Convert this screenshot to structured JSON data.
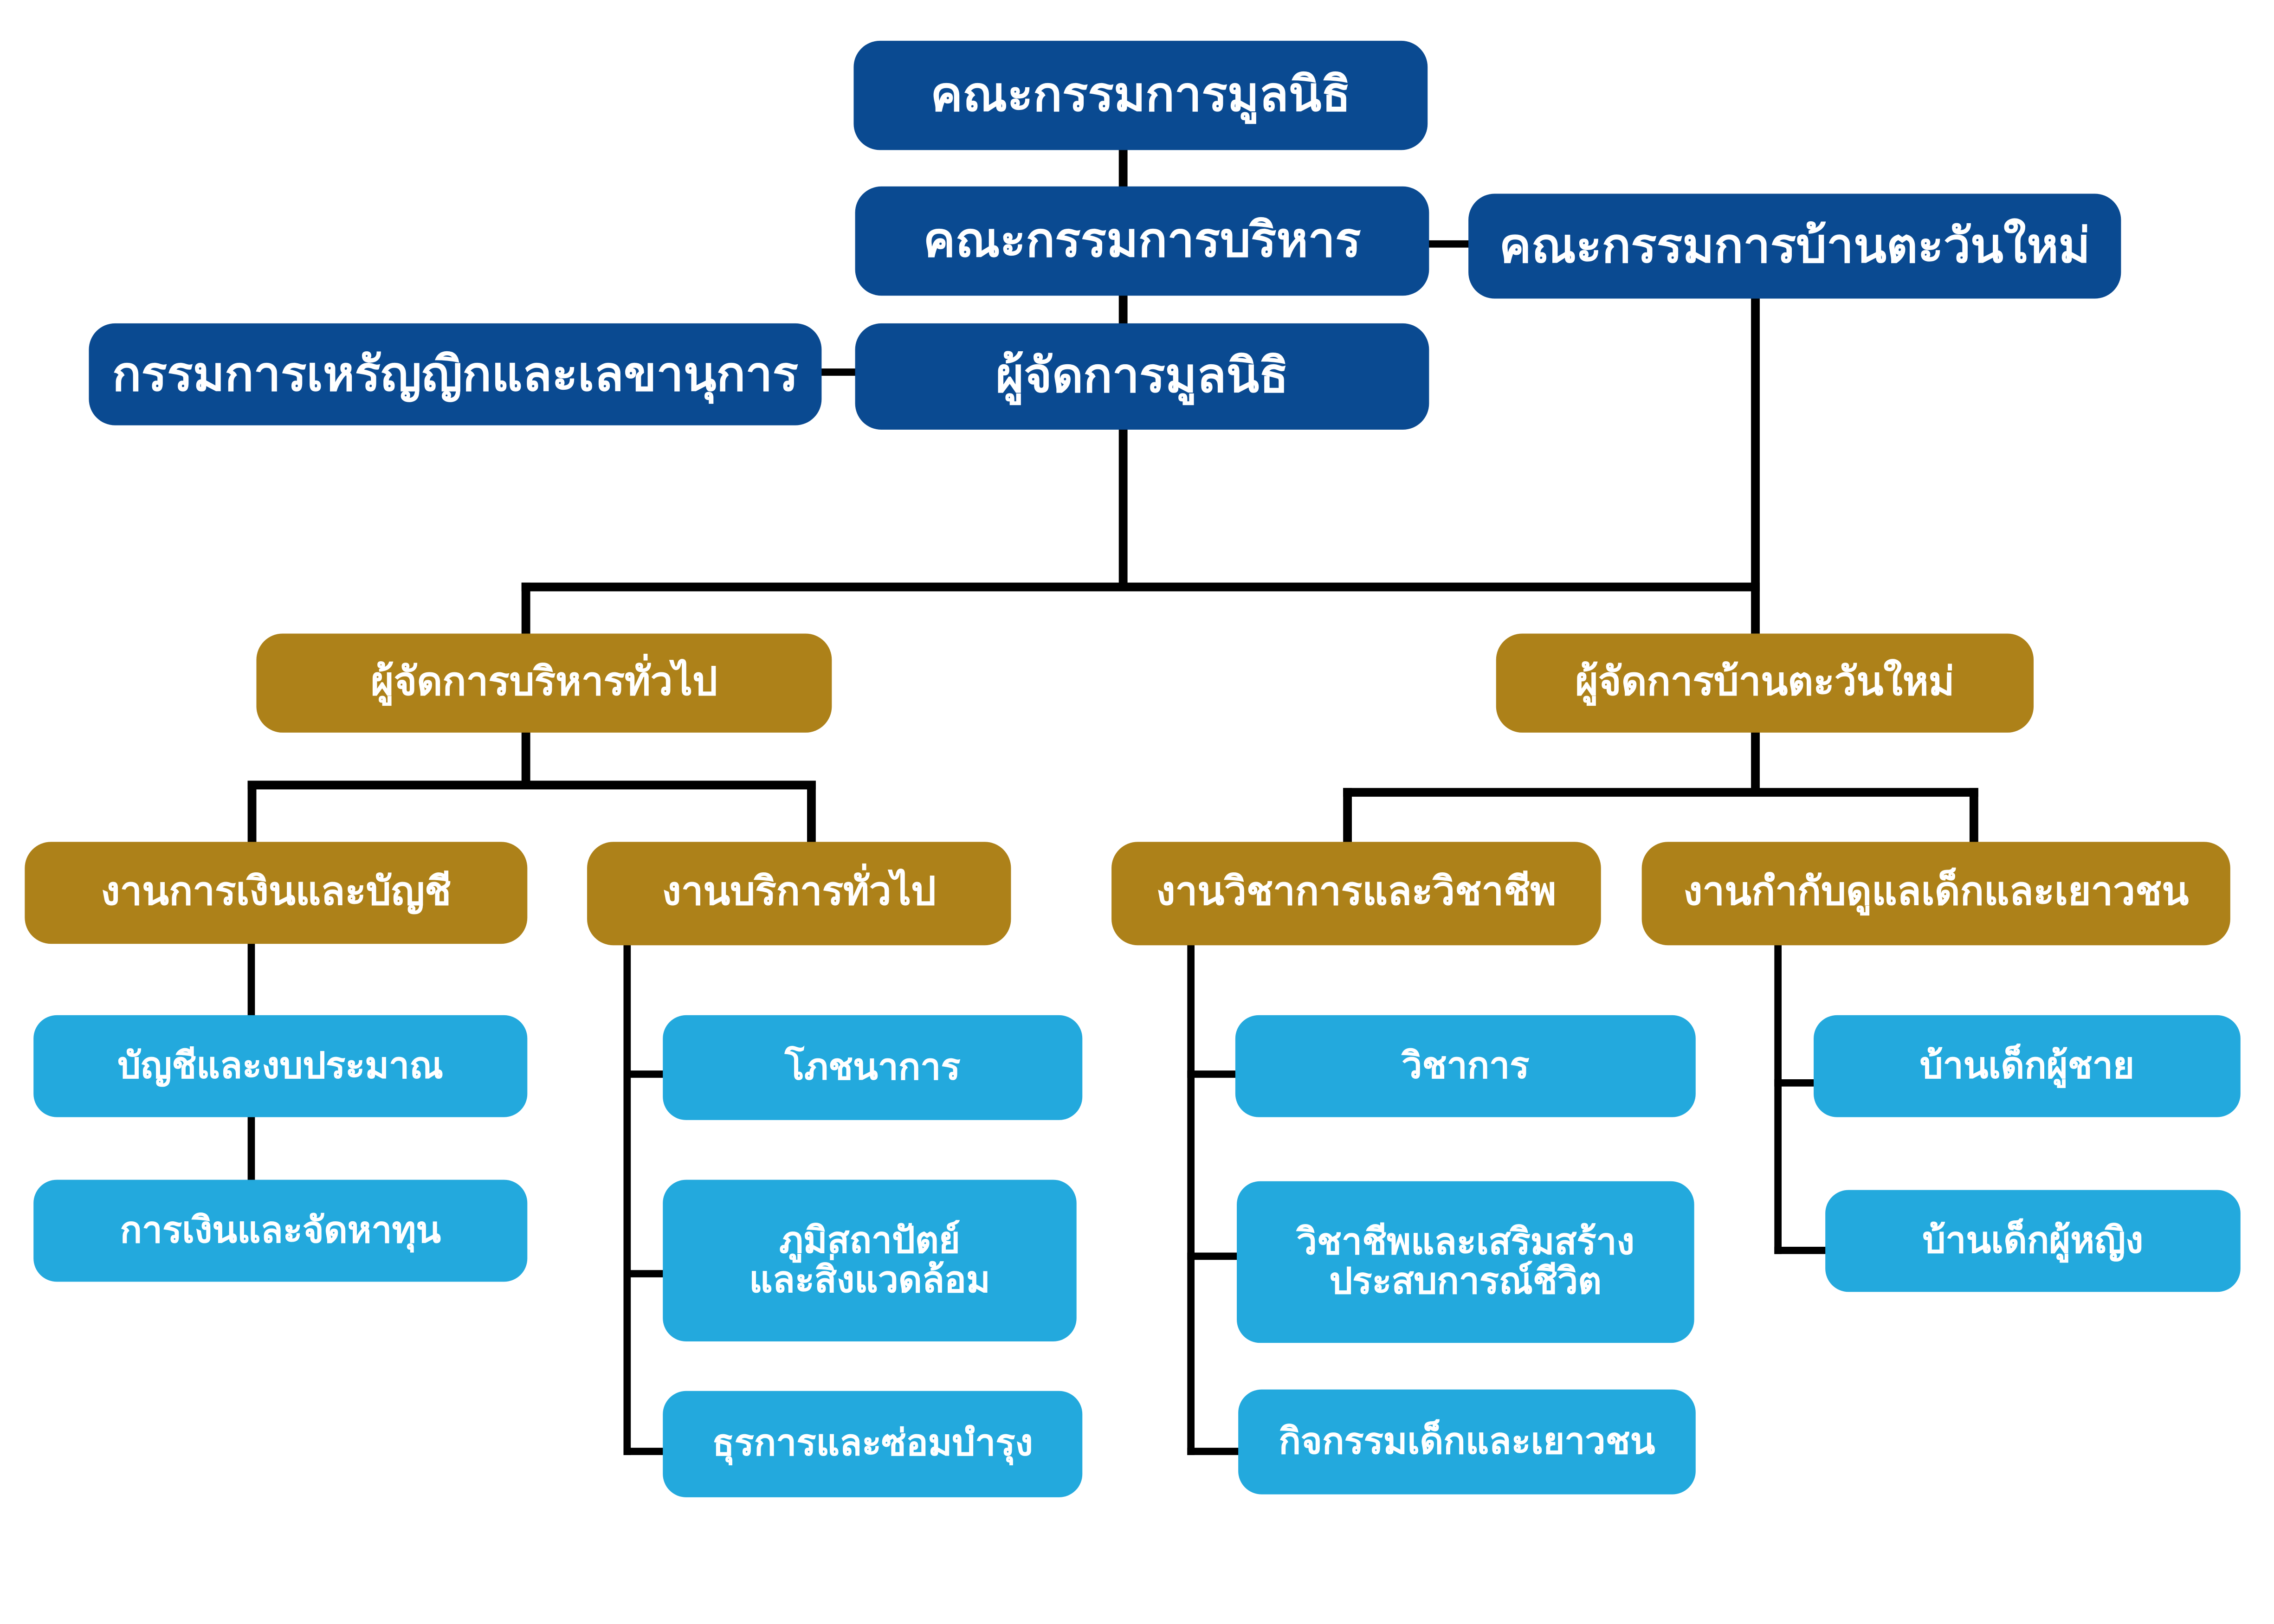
{
  "chart": {
    "foundation_board": "คณะกรรมการมูลนิธิ",
    "executive_board": "คณะกรรมการบริหาร",
    "ban_tawan_mai_board": "คณะกรรมการบ้านตะวันใหม่",
    "treasurer_secretary": "กรรมการเหรัญญิกและเลขานุการ",
    "foundation_manager": "ผู้จัดการมูลนิธิ",
    "general_admin_manager": "ผู้จัดการบริหารทั่วไป",
    "ban_tawan_mai_manager": "ผู้จัดการบ้านตะวันใหม่",
    "finance_accounting": {
      "title": "งานการเงินและบัญชี",
      "items": [
        "บัญชีและงบประมาณ",
        "การเงินและจัดหาทุน"
      ]
    },
    "general_services": {
      "title": "งานบริการทั่วไป",
      "items": [
        "โภชนาการ",
        "ภูมิสถาปัตย์\nและสิ่งแวดล้อม",
        "ธุรการและซ่อมบำรุง"
      ]
    },
    "academic_vocational": {
      "title": "งานวิชาการและวิชาชีพ",
      "items": [
        "วิชาการ",
        "วิชาชีพและเสริมสร้าง\nประสบการณ์ชีวิต",
        "กิจกรรมเด็กและเยาวชน"
      ]
    },
    "child_youth_care": {
      "title": "งานกำกับดูแลเด็กและเยาวชน",
      "items": [
        "บ้านเด็กผู้ชาย",
        "บ้านเด็กผู้หญิง"
      ]
    }
  },
  "colors": {
    "board": "#0a4a91",
    "manager": "#ad8119",
    "unit": "#23a9dd",
    "connector": "#000000",
    "text": "#ffffff"
  }
}
